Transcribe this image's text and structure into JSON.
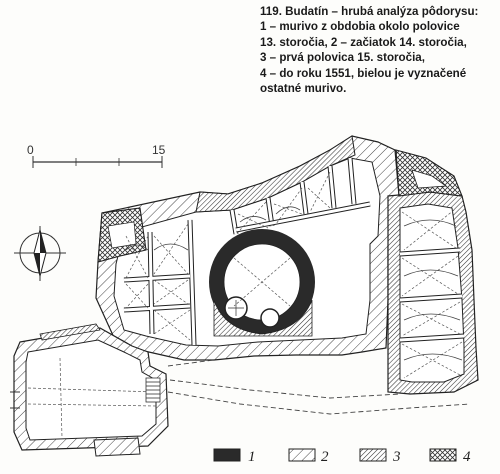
{
  "caption": {
    "lines": [
      "119. Budatín – hrubá analýza pôdorysu:",
      "1 – murivo z obdobia okolo polovice",
      "13. storočia, 2 – začiatok 14. storočia,",
      "3 – prvá polovica 15. storočia,",
      "4 – do roku 1551, bielou je vyznačené",
      "ostatné murivo."
    ]
  },
  "scale": {
    "start": "0",
    "end": "15"
  },
  "legend": [
    {
      "label": "1",
      "pattern": "solid"
    },
    {
      "label": "2",
      "pattern": "light-diagonal"
    },
    {
      "label": "3",
      "pattern": "dense-diagonal"
    },
    {
      "label": "4",
      "pattern": "cross-hatch"
    }
  ]
}
